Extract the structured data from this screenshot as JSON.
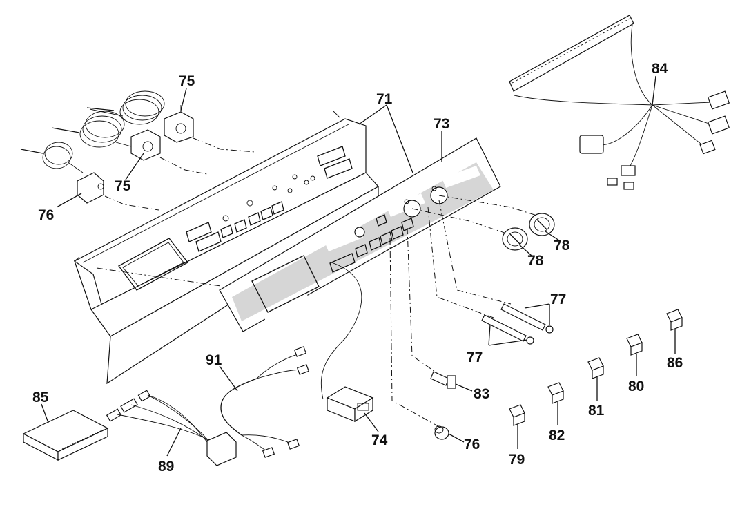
{
  "diagram": {
    "type": "exploded parts diagram",
    "callouts": {
      "c71": "71",
      "c73": "73",
      "c74": "74",
      "c75a": "75",
      "c75b": "75",
      "c76a": "76",
      "c76b": "76",
      "c77a": "77",
      "c77b": "77",
      "c78a": "78",
      "c78b": "78",
      "c79": "79",
      "c80": "80",
      "c81": "81",
      "c82": "82",
      "c83": "83",
      "c84": "84",
      "c85": "85",
      "c86": "86",
      "c89": "89",
      "c91": "91"
    }
  },
  "colors": {
    "line": "#111111",
    "background": "#ffffff",
    "watermark": "#d6d6d6"
  }
}
